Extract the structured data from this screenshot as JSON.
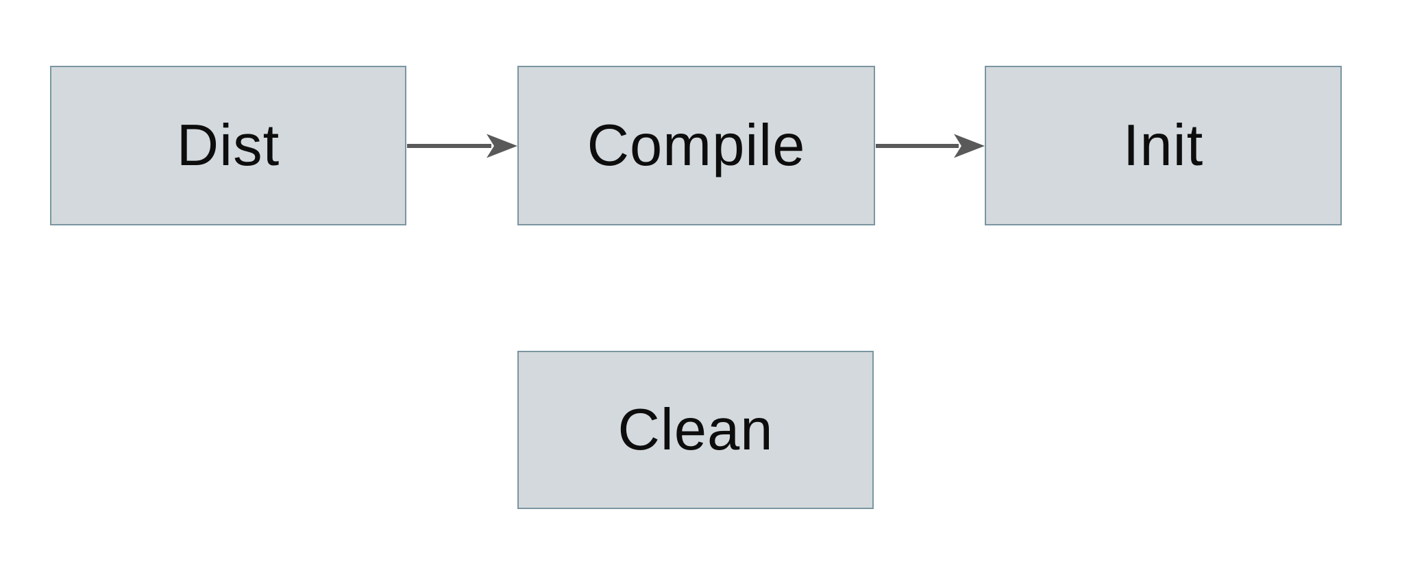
{
  "diagram": {
    "title": "",
    "nodes": [
      {
        "id": "dist",
        "label": "Dist"
      },
      {
        "id": "compile",
        "label": "Compile"
      },
      {
        "id": "init",
        "label": "Init"
      },
      {
        "id": "clean",
        "label": "Clean"
      }
    ],
    "edges": [
      {
        "from": "dist",
        "to": "compile",
        "style": "arrow-right"
      },
      {
        "from": "compile",
        "to": "init",
        "style": "arrow-right"
      }
    ],
    "colors": {
      "background": "#ffffff",
      "node_fill": "#d3d9dc",
      "node_border": "#7b95a1",
      "arrow": "#595959",
      "text": "#0d0d0d"
    }
  }
}
